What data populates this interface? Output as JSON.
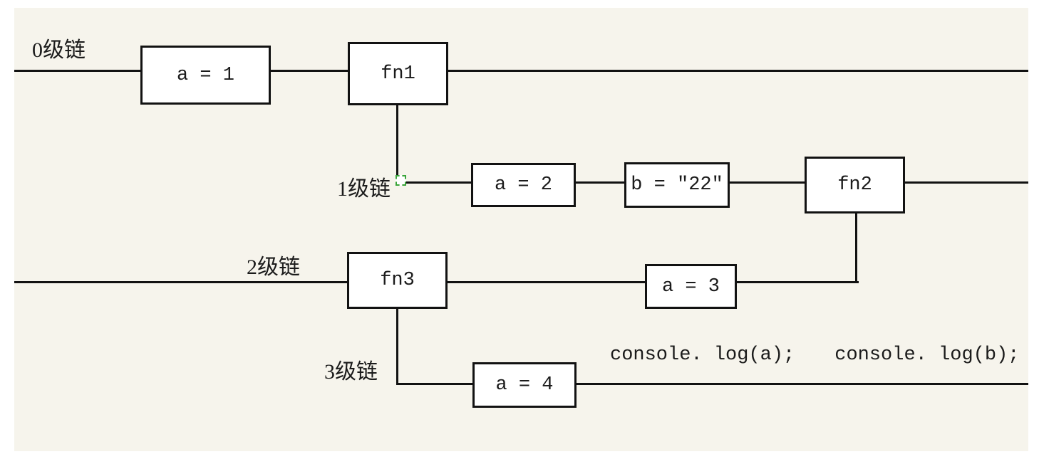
{
  "chain_labels": [
    {
      "text": "0级链"
    },
    {
      "text": "1级链"
    },
    {
      "text": "2级链"
    },
    {
      "text": "3级链"
    }
  ],
  "nodes": {
    "a1": {
      "label": "a = 1"
    },
    "fn1": {
      "label": "fn1"
    },
    "a2": {
      "label": "a = 2"
    },
    "b22": {
      "label": "b = ″22″"
    },
    "fn2": {
      "label": "fn2"
    },
    "fn3": {
      "label": "fn3"
    },
    "a3": {
      "label": "a = 3"
    },
    "a4": {
      "label": "a = 4"
    }
  },
  "code": {
    "stmt1": "console. log(a);",
    "stmt2": "console. log(b);"
  },
  "colors": {
    "canvas_background": "#f6f4ec",
    "line": "#121212",
    "node_fill": "#ffffff",
    "node_border": "#121212",
    "selection_handle_green": "#3aa53a"
  }
}
